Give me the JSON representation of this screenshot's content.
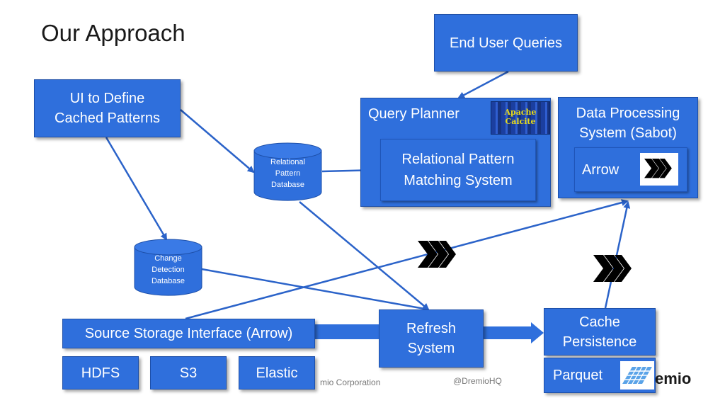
{
  "title": "Our Approach",
  "boxes": {
    "end_user_queries": "End User Queries",
    "ui_define": "UI to Define\nCached Patterns",
    "query_planner": "Query Planner",
    "relational_pattern_matching": "Relational Pattern\nMatching System",
    "data_processing": "Data Processing\nSystem (Sabot)",
    "arrow": "Arrow",
    "source_storage": "Source Storage Interface (Arrow)",
    "refresh": "Refresh\nSystem",
    "cache_persistence": "Cache\nPersistence",
    "hdfs": "HDFS",
    "s3": "S3",
    "elastic": "Elastic",
    "parquet": "Parquet"
  },
  "databases": {
    "relational_pattern_db": "Relational\nPattern\nDatabase",
    "change_detection_db": "Change\nDetection\nDatabase"
  },
  "logos": {
    "calcite": "Apache\nCalcite",
    "brand_partial": "emio"
  },
  "footer": {
    "left": "mio Corporation",
    "right": "@DremioHQ"
  },
  "colors": {
    "box_fill": "#2f6fdc",
    "box_border": "#1d4fa8",
    "connector": "#2b63c9"
  }
}
